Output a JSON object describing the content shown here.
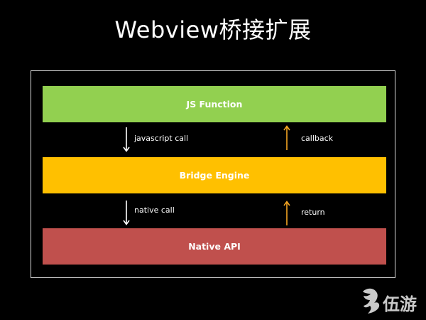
{
  "title": "Webview桥接扩展",
  "layers": {
    "js_function": {
      "label": "JS Function",
      "color": "#92d050"
    },
    "bridge_engine": {
      "label": "Bridge Engine",
      "color": "#ffc000"
    },
    "native_api": {
      "label": "Native API",
      "color": "#c0504d"
    }
  },
  "arrows": {
    "javascript_call": {
      "label": "javascript call",
      "direction": "down",
      "color": "#ffffff"
    },
    "callback": {
      "label": "callback",
      "direction": "up",
      "color": "#f5a623"
    },
    "native_call": {
      "label": "native call",
      "direction": "down",
      "color": "#ffffff"
    },
    "return": {
      "label": "return",
      "direction": "up",
      "color": "#f5a623"
    }
  },
  "watermark": {
    "text": "伍游",
    "color": "#c9c9c9"
  },
  "colors": {
    "background": "#000000",
    "frame_border": "#d9d9d9",
    "text": "#ffffff"
  }
}
